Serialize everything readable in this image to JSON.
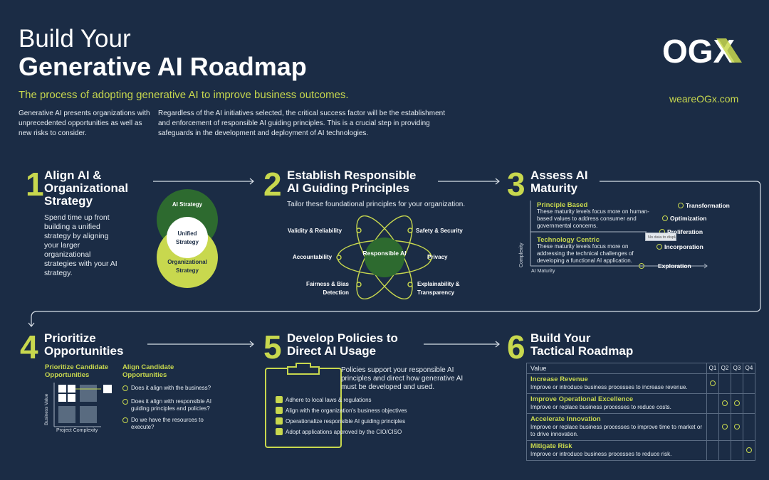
{
  "header": {
    "title_line1": "Build Your",
    "title_line2": "Generative AI Roadmap",
    "subtitle": "The process of adopting generative AI to improve business outcomes.",
    "intro_left": "Generative AI presents organizations with unprecedented opportunities as well as new risks to consider.",
    "intro_right": "Regardless of the AI initiatives selected, the critical success factor will be the establishment and enforcement of responsible AI guiding principles. This is a crucial step in providing safeguards in the development and deployment of AI technologies.",
    "logo_text": "OGX",
    "website": "weareOGx.com"
  },
  "colors": {
    "background": "#1b2c45",
    "accent": "#c8d84e",
    "dark_green": "#2d6a2f"
  },
  "step1": {
    "number": "1",
    "title": "Align AI & Organizational Strategy",
    "body": "Spend time up front building a unified strategy by aligning your larger organizational strategies with your AI strategy.",
    "venn_top": "AI Strategy",
    "venn_mid": "Unified Strategy",
    "venn_bottom": "Organizational Strategy"
  },
  "step2": {
    "number": "2",
    "title_line1": "Establish Responsible",
    "title_line2": "AI Guiding Principles",
    "body": "Tailor these foundational principles for your organization.",
    "center": "Responsible AI",
    "principles": [
      "Validity & Reliability",
      "Safety & Security",
      "Accountability",
      "Privacy",
      "Fairness & Bias Detection",
      "Explainability & Transparency"
    ]
  },
  "step3": {
    "number": "3",
    "title_line1": "Assess AI",
    "title_line2": "Maturity",
    "principle_title": "Principle Based",
    "principle_body": "These maturity levels focus more on human-based values to address consumer and governmental concerns.",
    "tech_title": "Technology Centric",
    "tech_body": "These maturity levels focus more on addressing the technical challenges of developing a functional AI application.",
    "y_axis": "Complexity",
    "x_axis": "AI Maturity",
    "tooltip": "No data to display",
    "levels": [
      "Transformation",
      "Optimization",
      "Proliferation",
      "Incorporation",
      "Exploration"
    ]
  },
  "step4": {
    "number": "4",
    "title_line1": "Prioritize",
    "title_line2": "Opportunities",
    "left_title": "Prioritize Candidate Opportunities",
    "right_title": "Align Candidate Opportunities",
    "y_axis": "Business Value",
    "x_axis": "Project Complexity",
    "questions": [
      "Does it align with the business?",
      "Does it align with responsible AI guiding principles and policies?",
      "Do we have the resources to execute?"
    ]
  },
  "step5": {
    "number": "5",
    "title_line1": "Develop Policies to",
    "title_line2": "Direct AI Usage",
    "body": "Policies support your responsible AI principles and direct how generative AI must be developed and used.",
    "checklist": [
      "Adhere to local laws & regulations",
      "Align with the organization's business objectives",
      "Operationalize responsible AI guiding principles",
      "Adopt applications approved by the CIO/CISO"
    ]
  },
  "step6": {
    "number": "6",
    "title_line1": "Build Your",
    "title_line2": "Tactical Roadmap",
    "col_value": "Value",
    "quarters": [
      "Q1",
      "Q2",
      "Q3",
      "Q4"
    ],
    "rows": [
      {
        "title": "Increase Revenue",
        "desc": "Improve or introduce business processes to increase revenue.",
        "marks": [
          true,
          false,
          false,
          false
        ]
      },
      {
        "title": "Improve Operational Excellence",
        "desc": "Improve or replace business processes to reduce costs.",
        "marks": [
          false,
          true,
          true,
          false
        ]
      },
      {
        "title": "Accelerate Innovation",
        "desc": "Improve or replace business processes to improve time to market or to drive innovation.",
        "marks": [
          false,
          true,
          true,
          false
        ]
      },
      {
        "title": "Mitigate Risk",
        "desc": "Improve or introduce business processes to reduce risk.",
        "marks": [
          false,
          false,
          false,
          true
        ]
      }
    ]
  }
}
